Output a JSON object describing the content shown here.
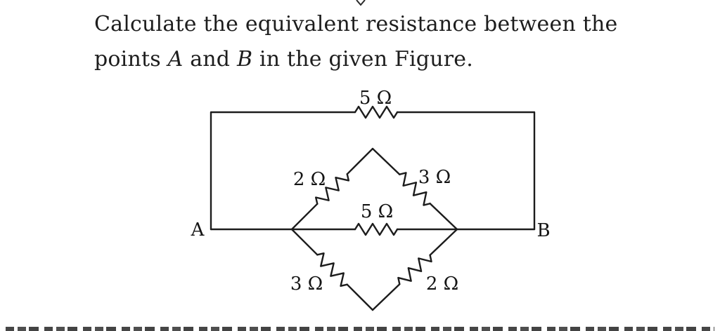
{
  "question": {
    "line1": "Calculate the equivalent resistance between the",
    "line2_prefix": "points ",
    "line2_var_a": "A",
    "line2_mid": " and ",
    "line2_var_b": "B",
    "line2_suffix": " in the given Figure."
  },
  "figure": {
    "labels": {
      "top_resistor": "5 Ω",
      "upper_left_resistor": "2 Ω",
      "upper_right_resistor": "3 Ω",
      "middle_resistor": "5 Ω",
      "lower_left_resistor": "3 Ω",
      "lower_right_resistor": "2 Ω",
      "terminal_a": "A",
      "terminal_b": "B"
    }
  }
}
